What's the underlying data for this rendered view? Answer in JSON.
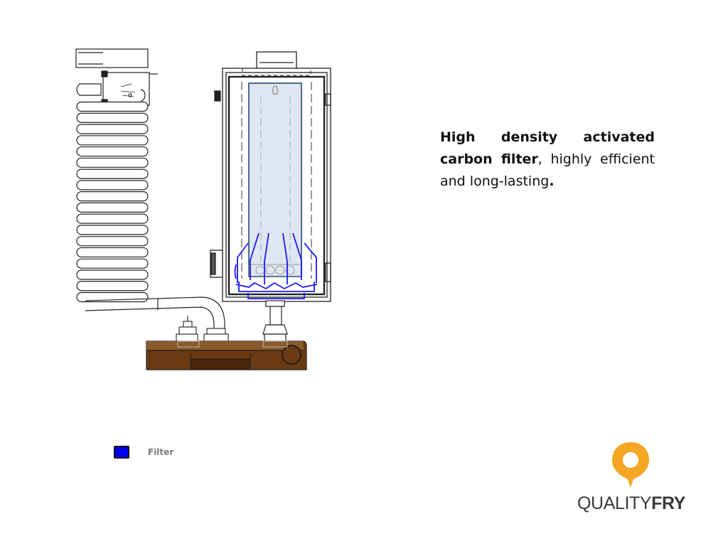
{
  "description": {
    "bold_lead": "High density activated carbon filter",
    "middle": ", highly efficient and long-lasting",
    "end_punct": "."
  },
  "legend": {
    "label": "Filter",
    "swatch_color": "#0000ee"
  },
  "logo": {
    "word_regular": "QUALITY",
    "word_bold": "FRY",
    "drop_color": "#f5a623",
    "text_color": "#3a3a3a"
  },
  "colors": {
    "outline": "#222222",
    "filter_highlight": "#1a1aff",
    "filter_fill": "#dfe6f2",
    "oil": "#6b3a12",
    "oil_dark": "#4a260a"
  }
}
